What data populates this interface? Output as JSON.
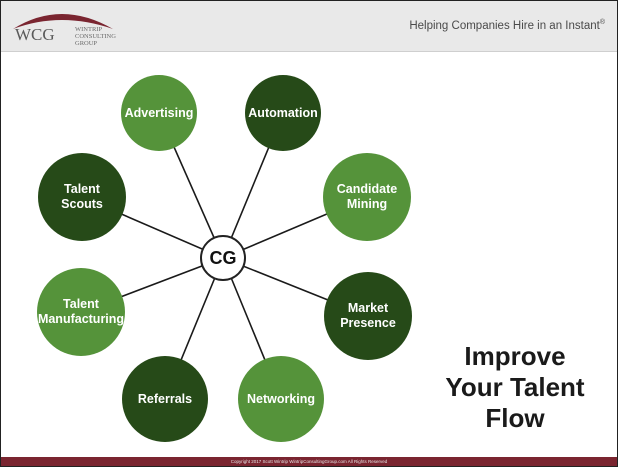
{
  "header": {
    "logo": {
      "letters": "WCG",
      "sub_lines": [
        "WINTRIP",
        "CONSULTING",
        "GROUP"
      ]
    },
    "tagline": "Helping Companies Hire in an Instant",
    "tagline_mark": "®"
  },
  "diagram": {
    "hub_label": "CG",
    "nodes": [
      {
        "id": "advertising",
        "lines": [
          "Advertising"
        ],
        "tone": "light"
      },
      {
        "id": "automation",
        "lines": [
          "Automation"
        ],
        "tone": "dark"
      },
      {
        "id": "candidate-mining",
        "lines": [
          "Candidate",
          "Mining"
        ],
        "tone": "light"
      },
      {
        "id": "market-presence",
        "lines": [
          "Market",
          "Presence"
        ],
        "tone": "dark"
      },
      {
        "id": "networking",
        "lines": [
          "Networking"
        ],
        "tone": "light"
      },
      {
        "id": "referrals",
        "lines": [
          "Referrals"
        ],
        "tone": "dark"
      },
      {
        "id": "talent-manufacturing",
        "lines": [
          "Talent",
          "Manufacturing"
        ],
        "tone": "light"
      },
      {
        "id": "talent-scouts",
        "lines": [
          "Talent",
          "Scouts"
        ],
        "tone": "dark"
      }
    ]
  },
  "headline": {
    "lines": [
      "Improve",
      "Your Talent",
      "Flow"
    ]
  },
  "footer": {
    "text": "Copyright 2017 Scott Wintrip WintripConsultingGroup.com All Rights Reserved"
  },
  "colors": {
    "light_green": "#55933a",
    "dark_green": "#264a18",
    "footer": "#7a2530",
    "header": "#e9e9e9"
  }
}
